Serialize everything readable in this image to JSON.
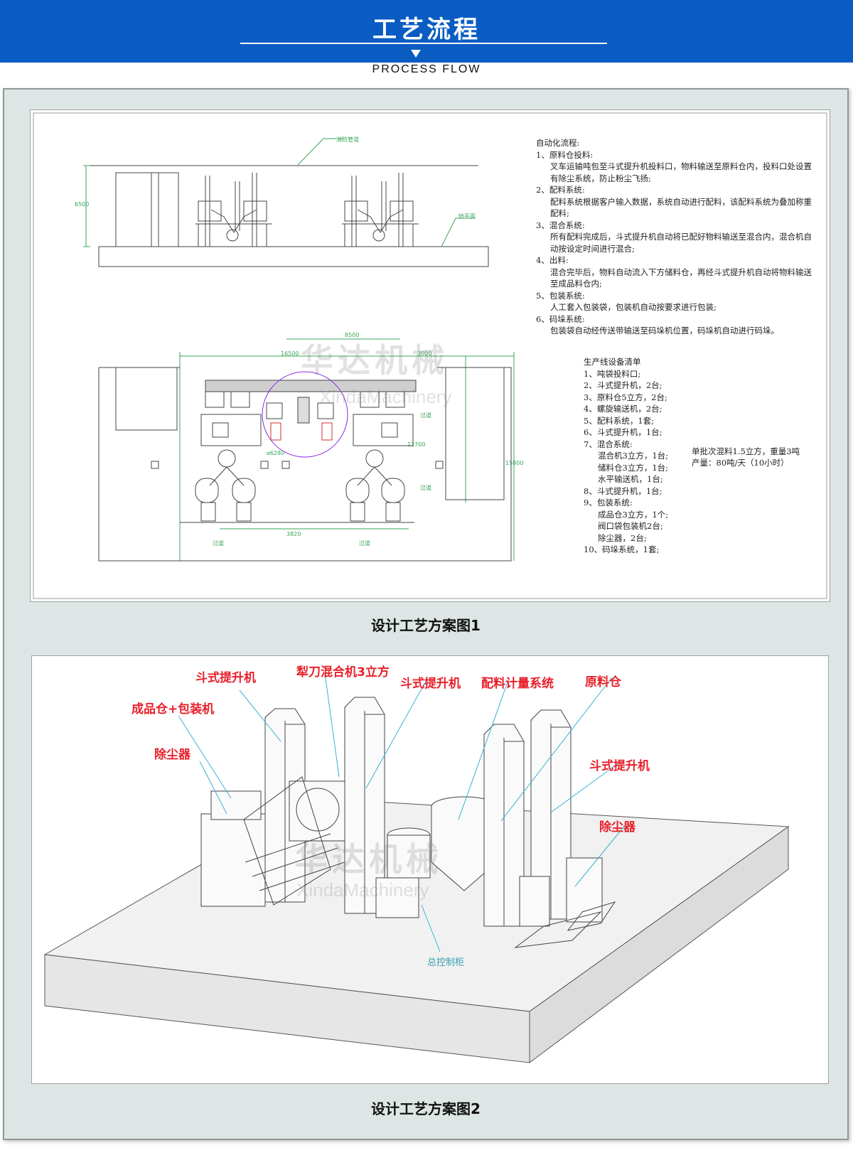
{
  "header": {
    "title": "工艺流程",
    "subtitle": "PROCESS FLOW"
  },
  "plan1": {
    "caption": "设计工艺方案图1",
    "labels": {
      "fire_pipe": "消防管道",
      "ground": "地平面",
      "aisle": "过道",
      "dim_6500": "6500",
      "dim_8500": "8500",
      "dim_16500": "16500",
      "dim_3000": "3000",
      "dim_12700": "12700",
      "dim_15800": "15800",
      "dim_3820": "3820",
      "dim_diameter": "⌀6280"
    },
    "automation": {
      "heading": "自动化流程:",
      "steps": [
        {
          "title": "1、原料仓投料:",
          "text": "叉车运输吨包至斗式提升机投料口，物料输送至原料仓内，投料口处设置有除尘系统，防止粉尘飞扬;"
        },
        {
          "title": "2、配料系统:",
          "text": "配料系统根据客户输入数据，系统自动进行配料，该配料系统为叠加称重配料;"
        },
        {
          "title": "3、混合系统:",
          "text": "所有配料完成后，斗式提升机自动将已配好物料输送至混合内，混合机自动按设定时间进行混合;"
        },
        {
          "title": "4、出料:",
          "text": "混合完毕后，物料自动流入下方储料仓，再经斗式提升机自动将物料输送至成品料仓内;"
        },
        {
          "title": "5、包装系统:",
          "text": "人工套入包装袋，包装机自动按要求进行包装;"
        },
        {
          "title": "6、码垛系统:",
          "text": "包装袋自动经传送带输送至码垛机位置，码垛机自动进行码垛。"
        }
      ]
    },
    "equipment": {
      "heading": "生产线设备清单",
      "items": [
        {
          "text": "1、吨袋投料口;",
          "sub": false
        },
        {
          "text": "2、斗式提升机，2台;",
          "sub": false
        },
        {
          "text": "3、原料仓5立方，2台;",
          "sub": false
        },
        {
          "text": "4、螺旋输送机，2台;",
          "sub": false
        },
        {
          "text": "5、配料系统，1套;",
          "sub": false
        },
        {
          "text": "6、斗式提升机，1台;",
          "sub": false
        },
        {
          "text": "7、混合系统:",
          "sub": false
        },
        {
          "text": "混合机3立方，1台;",
          "sub": true
        },
        {
          "text": "储料仓3立方，1台;",
          "sub": true
        },
        {
          "text": "水平输送机，1台;",
          "sub": true
        },
        {
          "text": "8、斗式提升机，1台;",
          "sub": false
        },
        {
          "text": "9、包装系统:",
          "sub": false
        },
        {
          "text": "成品仓3立方，1个;",
          "sub": true
        },
        {
          "text": "阀口袋包装机2台;",
          "sub": true
        },
        {
          "text": "除尘器，2台;",
          "sub": true
        },
        {
          "text": "10、码垛系统，1套;",
          "sub": false
        }
      ],
      "capacity_line1": "单批次混料1.5立方，重量3吨",
      "capacity_line2": "产量：80吨/天（10小时）"
    },
    "watermark_cn": "华达机械",
    "watermark_en": "XindaMachinery"
  },
  "plan2": {
    "caption": "设计工艺方案图2",
    "callouts": {
      "elevator_left": "斗式提升机",
      "product_bin_packer": "成品仓+包装机",
      "dust_collector_left": "除尘器",
      "plough_mixer": "犁刀混合机3立方",
      "elevator_mid": "斗式提升机",
      "batching_system": "配料计量系统",
      "raw_bin": "原料仓",
      "elevator_right": "斗式提升机",
      "dust_collector_right": "除尘器",
      "control_cabinet": "总控制柜"
    },
    "watermark_cn": "华达机械",
    "watermark_en": "XindaMachinery"
  },
  "colors": {
    "banner_blue": "#0a5cc2",
    "panel_bg": "#dde6e4",
    "callout_red": "#e8202a",
    "leader_cyan": "#3ab0d8",
    "dim_green": "#3aa55a"
  }
}
